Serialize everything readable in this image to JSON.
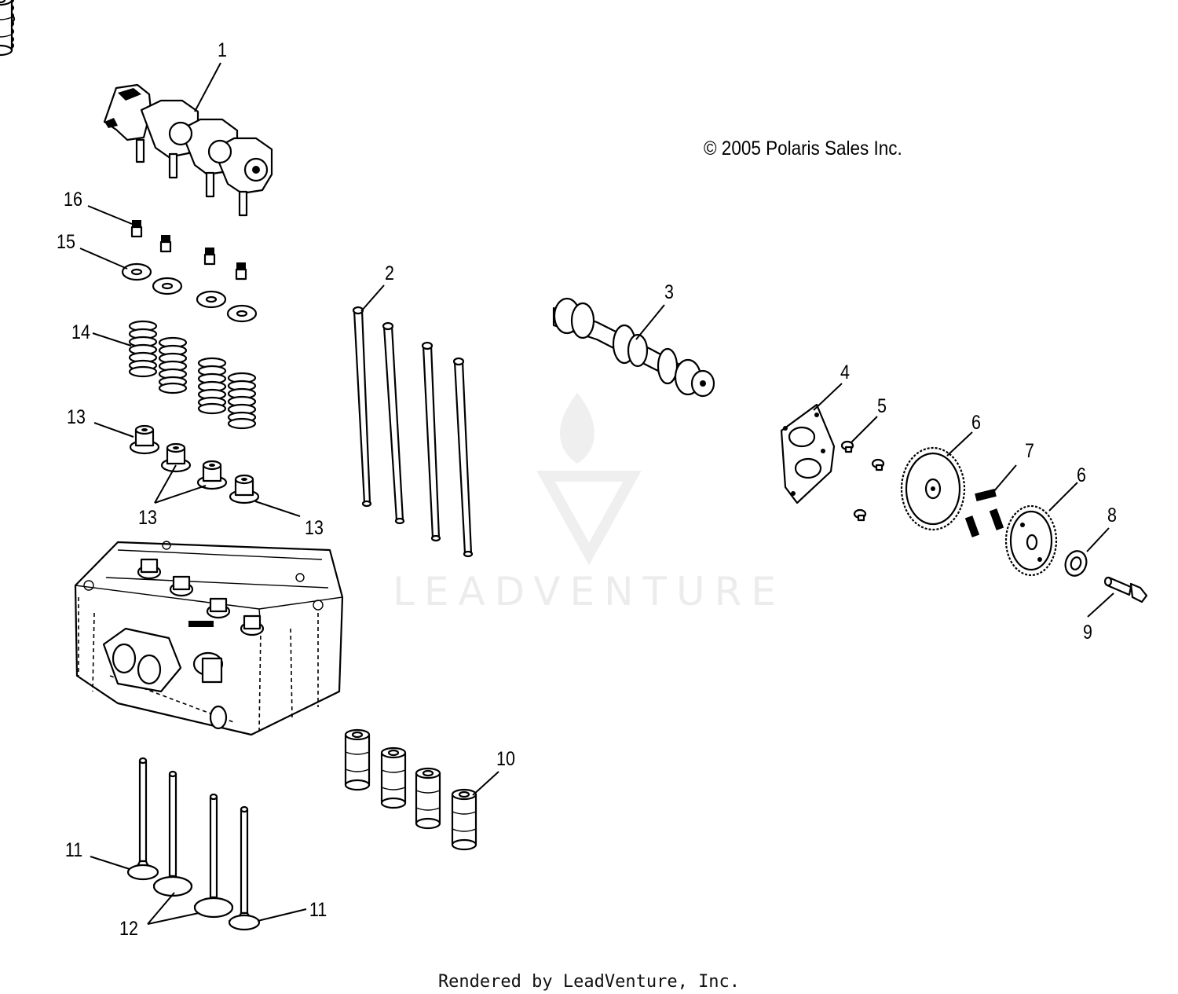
{
  "copyright": "© 2005 Polaris Sales Inc.",
  "footer": "Rendered by LeadVenture, Inc.",
  "watermark": "LEADVENTURE",
  "callouts": [
    {
      "id": "c1",
      "label": "1"
    },
    {
      "id": "c2",
      "label": "2"
    },
    {
      "id": "c3",
      "label": "3"
    },
    {
      "id": "c4",
      "label": "4"
    },
    {
      "id": "c5",
      "label": "5"
    },
    {
      "id": "c6a",
      "label": "6"
    },
    {
      "id": "c6b",
      "label": "6"
    },
    {
      "id": "c7",
      "label": "7"
    },
    {
      "id": "c8",
      "label": "8"
    },
    {
      "id": "c9",
      "label": "9"
    },
    {
      "id": "c10",
      "label": "10"
    },
    {
      "id": "c11a",
      "label": "11"
    },
    {
      "id": "c11b",
      "label": "11"
    },
    {
      "id": "c12",
      "label": "12"
    },
    {
      "id": "c13a",
      "label": "13"
    },
    {
      "id": "c13b",
      "label": "13"
    },
    {
      "id": "c13c",
      "label": "13"
    },
    {
      "id": "c14",
      "label": "14"
    },
    {
      "id": "c15",
      "label": "15"
    },
    {
      "id": "c16",
      "label": "16"
    }
  ]
}
